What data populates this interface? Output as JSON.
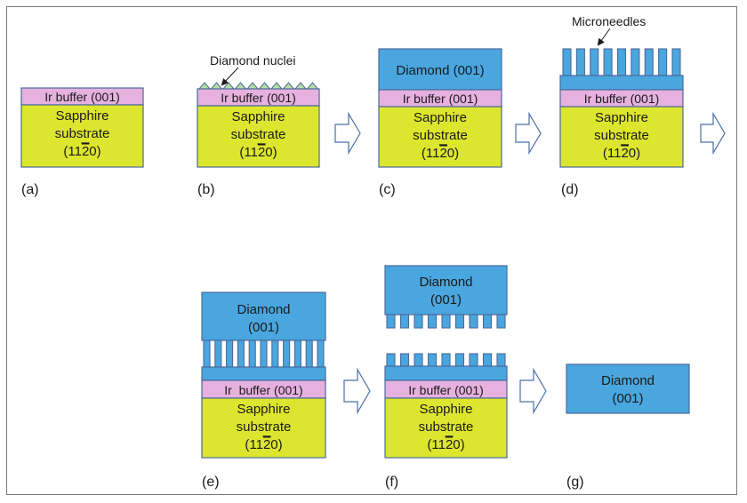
{
  "figure": {
    "colors": {
      "diamond": "#4aa6df",
      "ir_buffer": "#e6b1df",
      "sapphire": "#dde62e",
      "nuclei": "#b4dea3",
      "outline": "#4a6a9a",
      "arrow_fill": "#ffffff",
      "arrow_stroke": "#4a6fa5",
      "text": "#1a1a1a"
    },
    "layers": {
      "ir_buffer": "Ir buffer (001)",
      "ir_buffer_e": "Ir  buffer (001)",
      "sapphire_line1": "Sapphire",
      "sapphire_line2": "substrate",
      "sapphire_orient_pre": "(11",
      "sapphire_orient_bar": "2",
      "sapphire_orient_post": "0)",
      "diamond_c": "Diamond (001)",
      "diamond_line1": "Diamond",
      "diamond_line2": "(001)"
    },
    "annotations": {
      "nuclei": "Diamond nuclei",
      "microneedles": "Microneedles"
    },
    "panels": [
      {
        "id": "a",
        "label": "(a)"
      },
      {
        "id": "b",
        "label": "(b)"
      },
      {
        "id": "c",
        "label": "(c)"
      },
      {
        "id": "d",
        "label": "(d)"
      },
      {
        "id": "e",
        "label": "(e)"
      },
      {
        "id": "f",
        "label": "(f)"
      },
      {
        "id": "g",
        "label": "(g)"
      }
    ],
    "counts": {
      "nuclei": 10,
      "needles_d": 9,
      "needles_e": 11,
      "stubs_f": 9
    }
  }
}
